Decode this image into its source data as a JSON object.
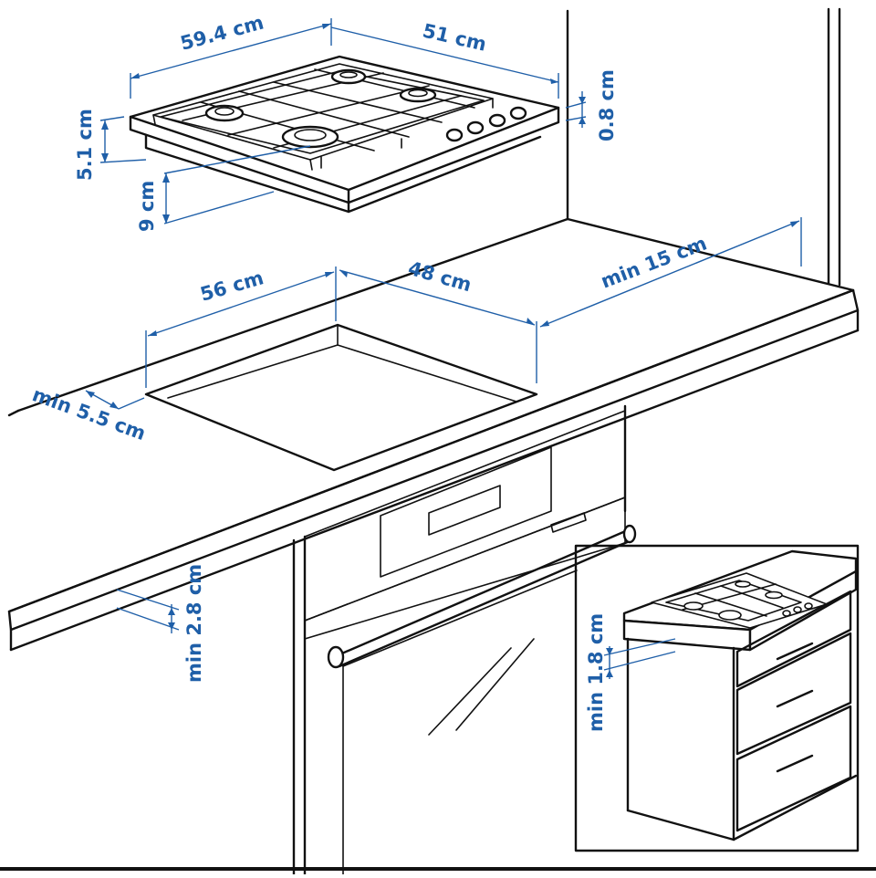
{
  "diagram": {
    "colors": {
      "dimension": "#1f5fa8",
      "line": "#111111",
      "background": "#ffffff"
    },
    "labels": {
      "hob_width": "59.4 cm",
      "hob_depth": "51 cm",
      "hob_height_total": "5.1 cm",
      "hob_glass_thickness": "0.8 cm",
      "hob_below_counter": "9 cm",
      "cutout_width": "56 cm",
      "cutout_depth": "48 cm",
      "wall_clearance": "min 15 cm",
      "front_clearance": "min 5.5 cm",
      "counter_thickness": "min 2.8 cm",
      "drawer_clearance": "min 1.8 cm"
    }
  }
}
